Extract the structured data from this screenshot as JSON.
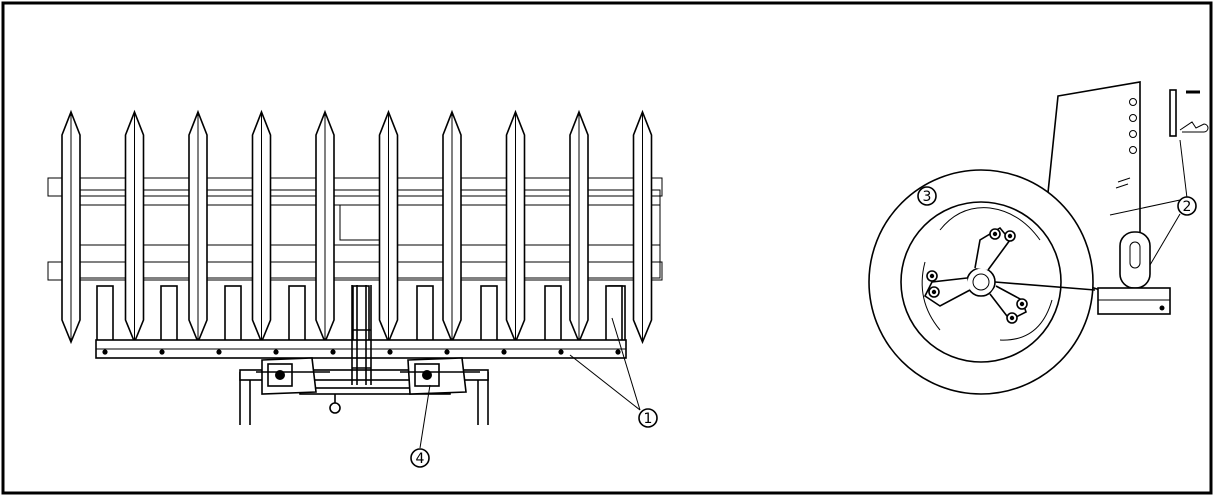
{
  "callouts": [
    {
      "id": "callout-1",
      "label": "1"
    },
    {
      "id": "callout-2",
      "label": "2"
    },
    {
      "id": "callout-3",
      "label": "3"
    },
    {
      "id": "callout-4",
      "label": "4"
    }
  ],
  "left_view": {
    "disc_count": 10,
    "bracket_count": 9
  },
  "right_view": {
    "wheel_bolt_groups": 3
  }
}
